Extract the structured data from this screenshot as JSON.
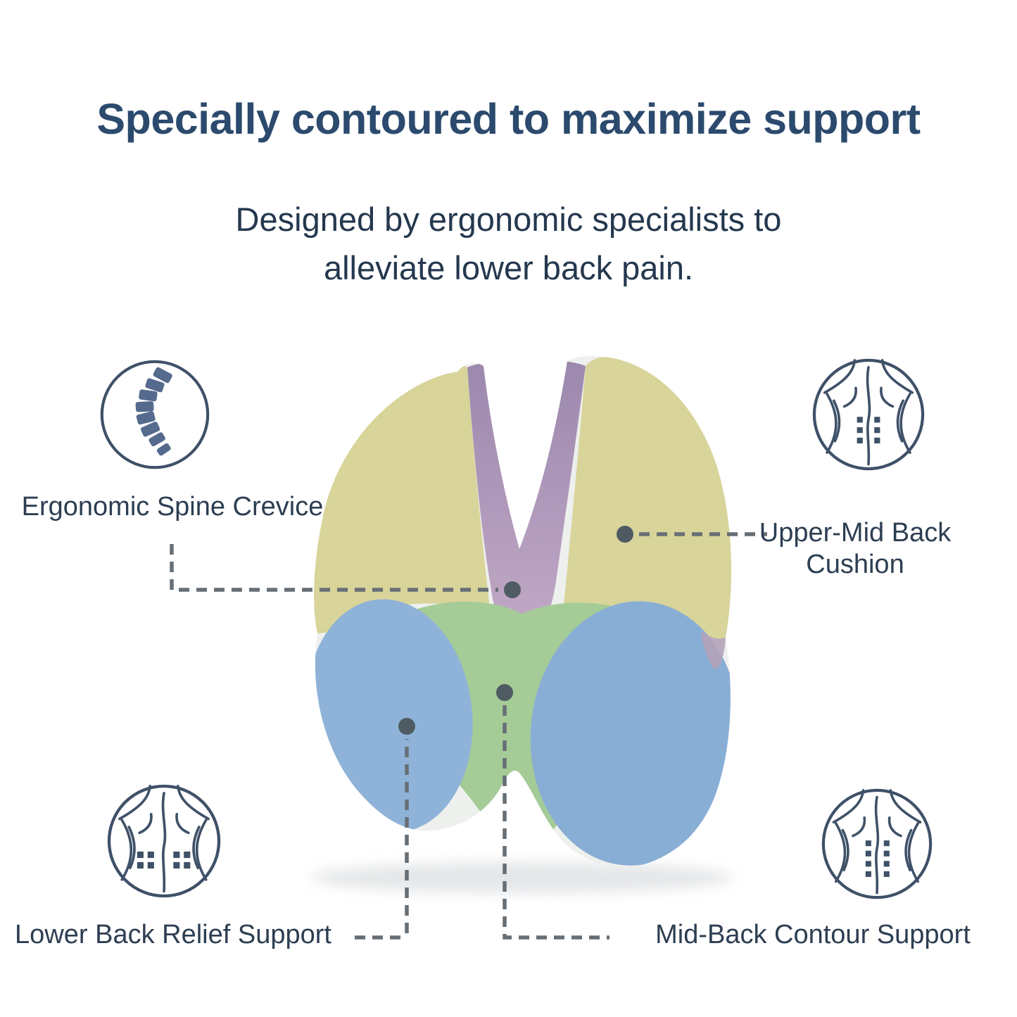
{
  "header": {
    "title": "Specially contoured to maximize support",
    "subtitle_line1": "Designed by ergonomic specialists to",
    "subtitle_line2": "alleviate lower back pain."
  },
  "callouts": [
    {
      "id": "spine-crevice",
      "label": "Ergonomic Spine Crevice",
      "icon": "spine-icon",
      "position": "top-left"
    },
    {
      "id": "upper-mid-back",
      "label": "Upper-Mid Back Cushion",
      "label_lines": [
        "Upper-Mid Back",
        "Cushion"
      ],
      "icon": "upper-back-icon",
      "position": "top-right"
    },
    {
      "id": "lower-back-relief",
      "label": "Lower Back Relief Support",
      "icon": "lower-back-icon",
      "position": "bottom-left"
    },
    {
      "id": "mid-back-contour",
      "label": "Mid-Back Contour Support",
      "icon": "mid-back-icon",
      "position": "bottom-right"
    }
  ],
  "pillow": {
    "name": "lumbar support cushion",
    "zones": [
      {
        "name": "Upper-Mid Back Cushion",
        "color": "#d8d49a"
      },
      {
        "name": "Ergonomic Spine Crevice",
        "color": "#ab93b8"
      },
      {
        "name": "Mid-Back Contour Support",
        "color": "#a5cb97"
      },
      {
        "name": "Lower Back Relief Support",
        "color": "#8cb0d6"
      }
    ]
  },
  "colors": {
    "title_text": "#2b4a6d",
    "body_text": "#2d3e52",
    "leader_line": "#676f76",
    "marker_dot": "#4f5b63",
    "icon_stroke": "#3f5168",
    "spine_icon_fill": "#566a8e",
    "pillow_base": "#eef0ee"
  }
}
